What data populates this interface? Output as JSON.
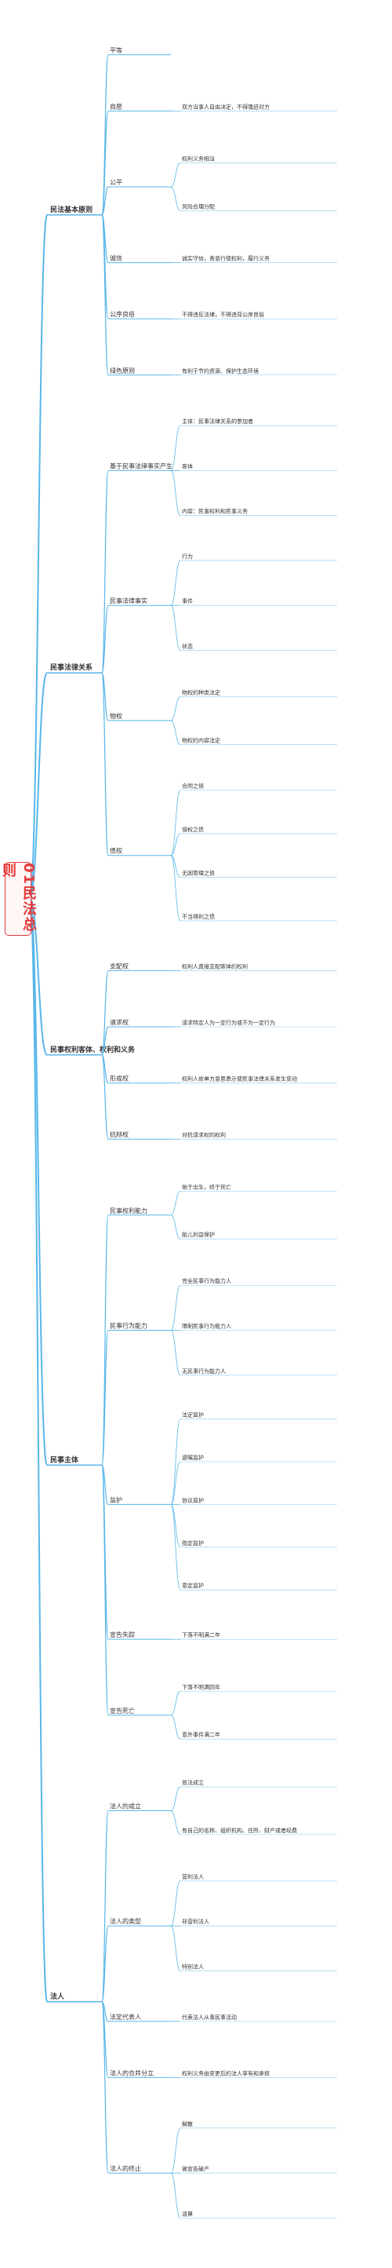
{
  "root": {
    "title": "01民法总则",
    "color": "#e43a3a"
  },
  "accent_colors": {
    "branch_line": "#58b6e8",
    "highlight_text": "#e43a3a",
    "text": "#333333"
  },
  "sections": [
    {
      "label": "民法基本原则",
      "items": [
        {
          "label": "平等",
          "children": []
        },
        {
          "label": "自愿",
          "children": [
            "双方当事人自由决定，不得强迫对方"
          ]
        },
        {
          "label": "公平",
          "children": [
            "权利义务相当",
            "风险合理分配"
          ]
        },
        {
          "label": "诚信",
          "children": [
            "诚实守信，善意行使权利，履行义务"
          ]
        },
        {
          "label": "公序良俗",
          "children": [
            "不得违反法律，不得违背公序良俗"
          ]
        },
        {
          "label": "绿色原则",
          "children": [
            "有利于节约资源、保护生态环境"
          ]
        }
      ]
    },
    {
      "label": "民事法律关系",
      "items": [
        {
          "label": "基于民事法律事实产生",
          "children": [
            "主体：民事法律关系的参加者",
            "客体",
            "内容：民事权利和民事义务"
          ]
        },
        {
          "label": "民事法律事实",
          "children": [
            "行为",
            "事件",
            "状态"
          ]
        },
        {
          "label": "物权",
          "children": [
            "物权的种类法定",
            "物权的内容法定"
          ]
        },
        {
          "label": "债权",
          "children": [
            "合同之债",
            "侵权之债",
            "无因管理之债",
            "不当得利之债"
          ]
        }
      ]
    },
    {
      "label": "民事权利客体、权利和义务",
      "items": [
        {
          "label": "支配权",
          "children": [
            "权利人直接支配客体的权利"
          ]
        },
        {
          "label": "请求权",
          "children": [
            "请求特定人为一定行为或不为一定行为"
          ]
        },
        {
          "label": "形成权",
          "children": [
            "权利人依单方意思表示使民事法律关系发生变动"
          ]
        },
        {
          "label": "抗辩权",
          "children": [
            "对抗请求权的权利"
          ]
        }
      ]
    },
    {
      "label": "民事主体",
      "items": [
        {
          "label": "民事权利能力",
          "children": [
            "始于出生，终于死亡",
            "胎儿利益保护"
          ]
        },
        {
          "label": "民事行为能力",
          "children": [
            "完全民事行为能力人",
            "限制民事行为能力人",
            "无民事行为能力人"
          ]
        },
        {
          "label": "监护",
          "children": [
            "法定监护",
            "遗嘱监护",
            "协议监护",
            "指定监护",
            "意定监护"
          ]
        },
        {
          "label": "宣告失踪",
          "children": [
            "下落不明满二年"
          ]
        },
        {
          "label": "宣告死亡",
          "children": [
            "下落不明满四年",
            "意外事件满二年"
          ]
        }
      ]
    },
    {
      "label": "法人",
      "items": [
        {
          "label": "法人的成立",
          "children": [
            "依法成立",
            "有自己的名称、组织机构、住所、财产或者经费"
          ]
        },
        {
          "label": "法人的类型",
          "children": [
            "营利法人",
            "非营利法人",
            "特别法人"
          ]
        },
        {
          "label": "法定代表人",
          "children": [
            "代表法人从事民事活动"
          ]
        },
        {
          "label": "法人的合并分立",
          "children": [
            "权利义务由变更后的法人享有和承担"
          ]
        },
        {
          "label": "法人的终止",
          "children": [
            "解散",
            "被宣告破产",
            "清算"
          ]
        }
      ]
    }
  ]
}
